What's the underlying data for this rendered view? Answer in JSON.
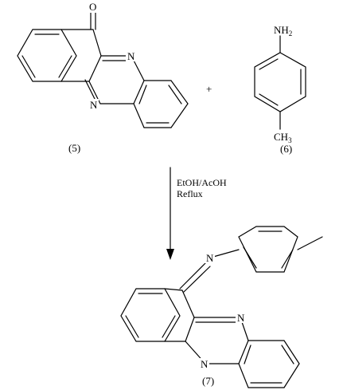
{
  "scheme": {
    "reactant_1": {
      "label": "(5)",
      "atoms": {
        "oxygen": "O",
        "nitrogen_top": "N",
        "nitrogen_bottom": "N"
      }
    },
    "plus_sign": "+",
    "reactant_2": {
      "label": "(6)",
      "atoms": {
        "amino_n": "NH",
        "amino_sub": "2",
        "methyl_c": "CH",
        "methyl_sub": "3"
      }
    },
    "conditions": {
      "solvent": "EtOH/AcOH",
      "action": "Reflux"
    },
    "product": {
      "label": "(7)",
      "atoms": {
        "imine_n": "N",
        "nitrogen_top": "N",
        "nitrogen_bottom": "N"
      }
    }
  }
}
